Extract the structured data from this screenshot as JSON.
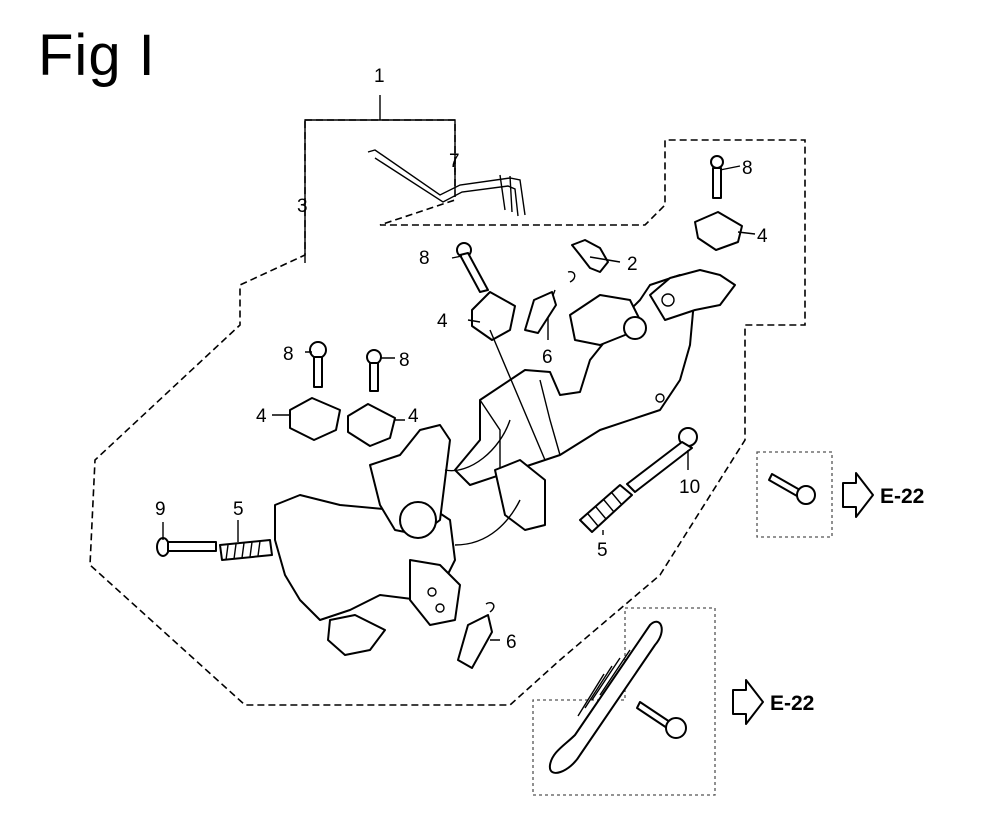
{
  "title": "Fig I",
  "callouts": {
    "c1": "1",
    "c2": "2",
    "c3": "3",
    "c4a": "4",
    "c4b": "4",
    "c4c": "4",
    "c4d": "4",
    "c5a": "5",
    "c5b": "5",
    "c6a": "6",
    "c6b": "6",
    "c7": "7",
    "c8a": "8",
    "c8b": "8",
    "c8c": "8",
    "c8d": "8",
    "c9": "9",
    "c10": "10"
  },
  "references": {
    "ref_upper": "E-22",
    "ref_lower": "E-22"
  }
}
